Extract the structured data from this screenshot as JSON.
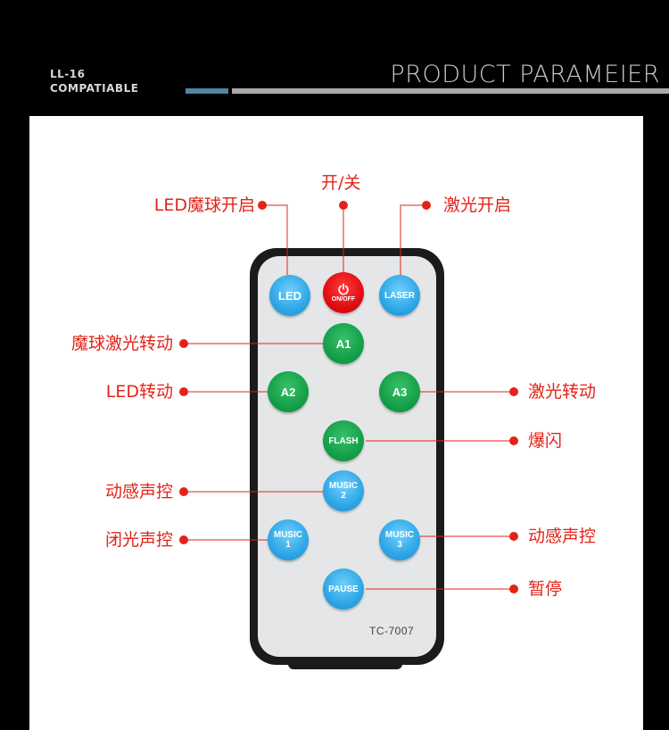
{
  "header": {
    "model_line1": "LL-16",
    "model_line2": "COMPATIABLE",
    "title": "PRODUCT PARAMEIER"
  },
  "remote": {
    "model_code": "TC-7007",
    "buttons": {
      "led": {
        "label": "LED",
        "color": "blue"
      },
      "power": {
        "icon": "power-icon",
        "label": "ON/OFF",
        "color": "red"
      },
      "laser": {
        "label": "LASER",
        "color": "blue"
      },
      "a1": {
        "label": "A1",
        "color": "green"
      },
      "a2": {
        "label": "A2",
        "color": "green"
      },
      "a3": {
        "label": "A3",
        "color": "green"
      },
      "flash": {
        "label": "FLASH",
        "color": "green"
      },
      "music2": {
        "label": "MUSIC",
        "number": "2",
        "color": "blue"
      },
      "music1": {
        "label": "MUSIC",
        "number": "1",
        "color": "blue"
      },
      "music3": {
        "label": "MUSIC",
        "number": "3",
        "color": "blue"
      },
      "pause": {
        "label": "PAUSE",
        "color": "blue"
      }
    }
  },
  "callouts": {
    "power": "开/关",
    "led": "LED魔球开启",
    "laser": "激光开启",
    "a1": "魔球激光转动",
    "a2": "LED转动",
    "a3": "激光转动",
    "flash": "爆闪",
    "music2": "动感声控",
    "music1": "闭光声控",
    "music3": "动感声控",
    "pause": "暂停"
  },
  "colors": {
    "accent_red": "#e2231a",
    "button_blue": "#2ea6e7",
    "button_green": "#15a048",
    "button_red": "#e10d12",
    "header_bar_accent": "#4d86a6",
    "header_bar": "#a9a9a9"
  }
}
